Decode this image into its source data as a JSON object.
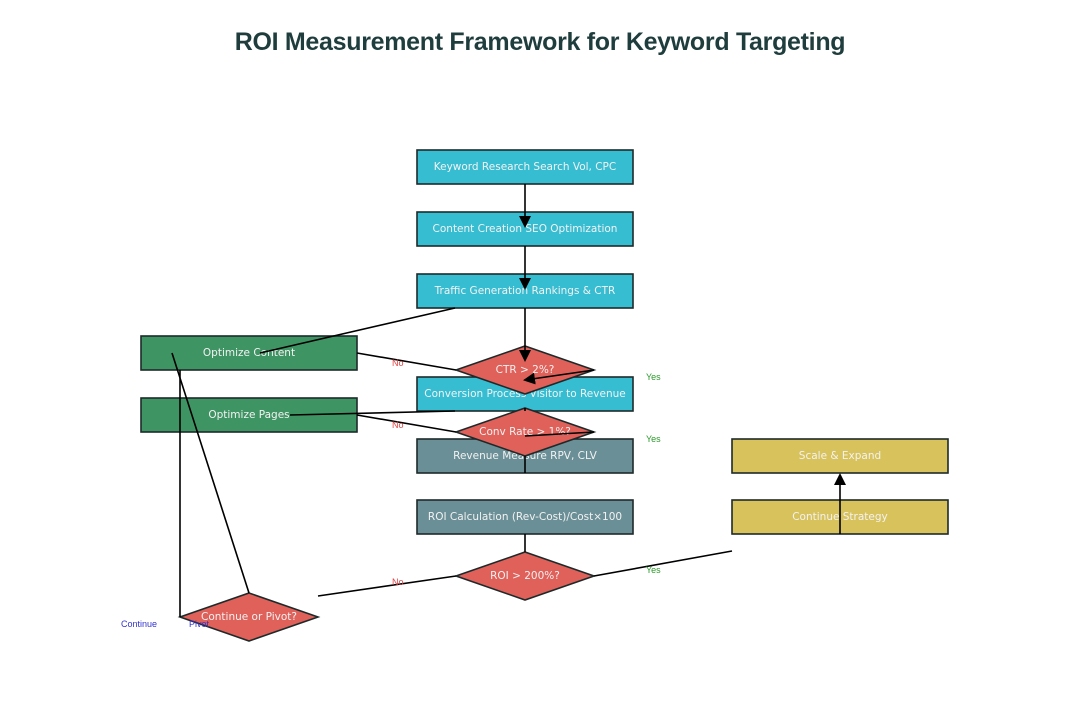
{
  "title": "ROI Measurement Framework for Keyword Targeting",
  "colors": {
    "process": "#36bdd2",
    "measure": "#6b8f96",
    "optimize": "#3f9463",
    "decision": "#e0605a",
    "success": "#d8c25c",
    "no_label": "#e04040",
    "yes_label": "#2a9a2a",
    "loop_label": "#3333cc",
    "edge": "#000000"
  },
  "nodes": {
    "keyword_research": "Keyword Research Search Vol, CPC",
    "content_creation": "Content Creation SEO Optimization",
    "traffic_generation": "Traffic Generation Rankings & CTR",
    "ctr_decision": "CTR > 2%?",
    "conversion_process": "Conversion Process Visitor to Revenue",
    "conv_rate_decision": "Conv Rate > 1%?",
    "revenue_measure": "Revenue Measure RPV, CLV",
    "roi_calculation": "ROI Calculation (Rev-Cost)/Cost×100",
    "roi_decision": "ROI > 200%?",
    "optimize_content": "Optimize Content",
    "optimize_pages": "Optimize Pages",
    "continue_or_pivot": "Continue or Pivot?",
    "scale_expand": "Scale & Expand",
    "continue_strategy": "Continue Strategy"
  },
  "edge_labels": {
    "ctr_no": "No",
    "ctr_yes": "Yes",
    "conv_no": "No",
    "conv_yes": "Yes",
    "roi_no": "No",
    "roi_yes": "Yes",
    "continue": "Continue",
    "pivot": "Pivot"
  }
}
